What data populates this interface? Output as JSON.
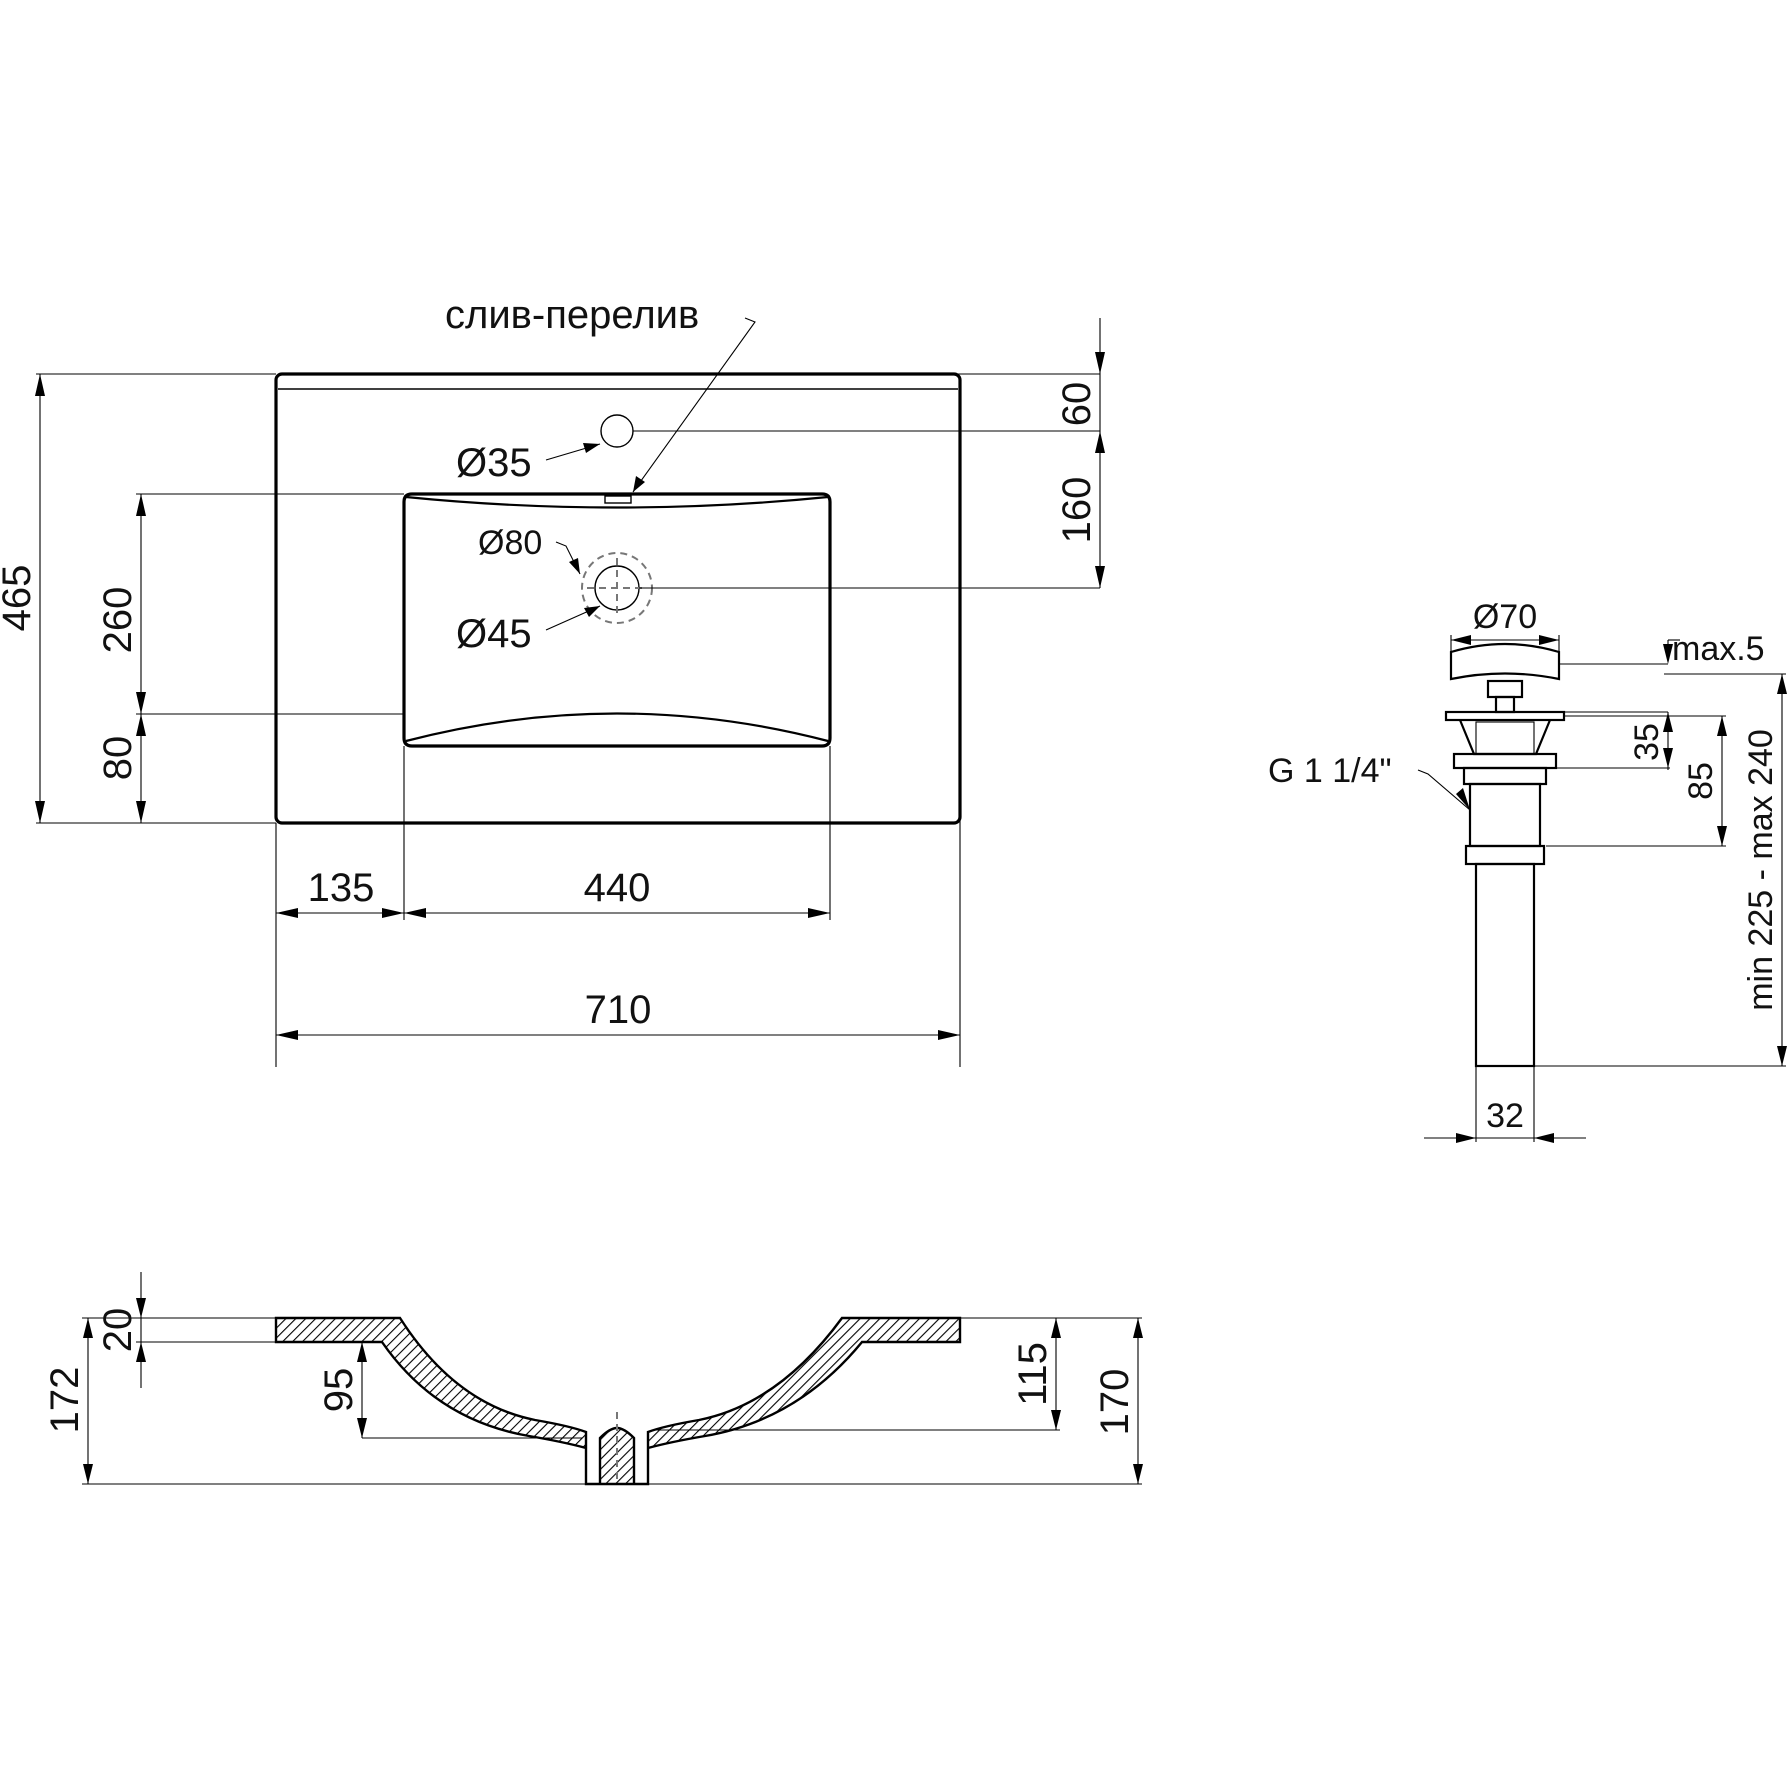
{
  "top_view": {
    "overflow_label": "слив-перелив",
    "faucet_hole": "Ø35",
    "drain_outer": "Ø80",
    "drain_inner": "Ø45",
    "dim_total_depth": "465",
    "dim_bowl_depth": "260",
    "dim_front_margin": "80",
    "dim_back_to_hole": "60",
    "dim_hole_to_drain": "160",
    "dim_side_margin": "135",
    "dim_bowl_width": "440",
    "dim_total_width": "710"
  },
  "drain_view": {
    "cap_diameter": "Ø70",
    "cap_gap": "max.5",
    "thread": "G 1 1/4\"",
    "dim_35": "35",
    "dim_85": "85",
    "dim_length_range": "min 225 - max 240",
    "dim_pipe": "32"
  },
  "section_view": {
    "dim_rim": "20",
    "dim_total_height": "172",
    "dim_95": "95",
    "dim_115": "115",
    "dim_170": "170"
  }
}
